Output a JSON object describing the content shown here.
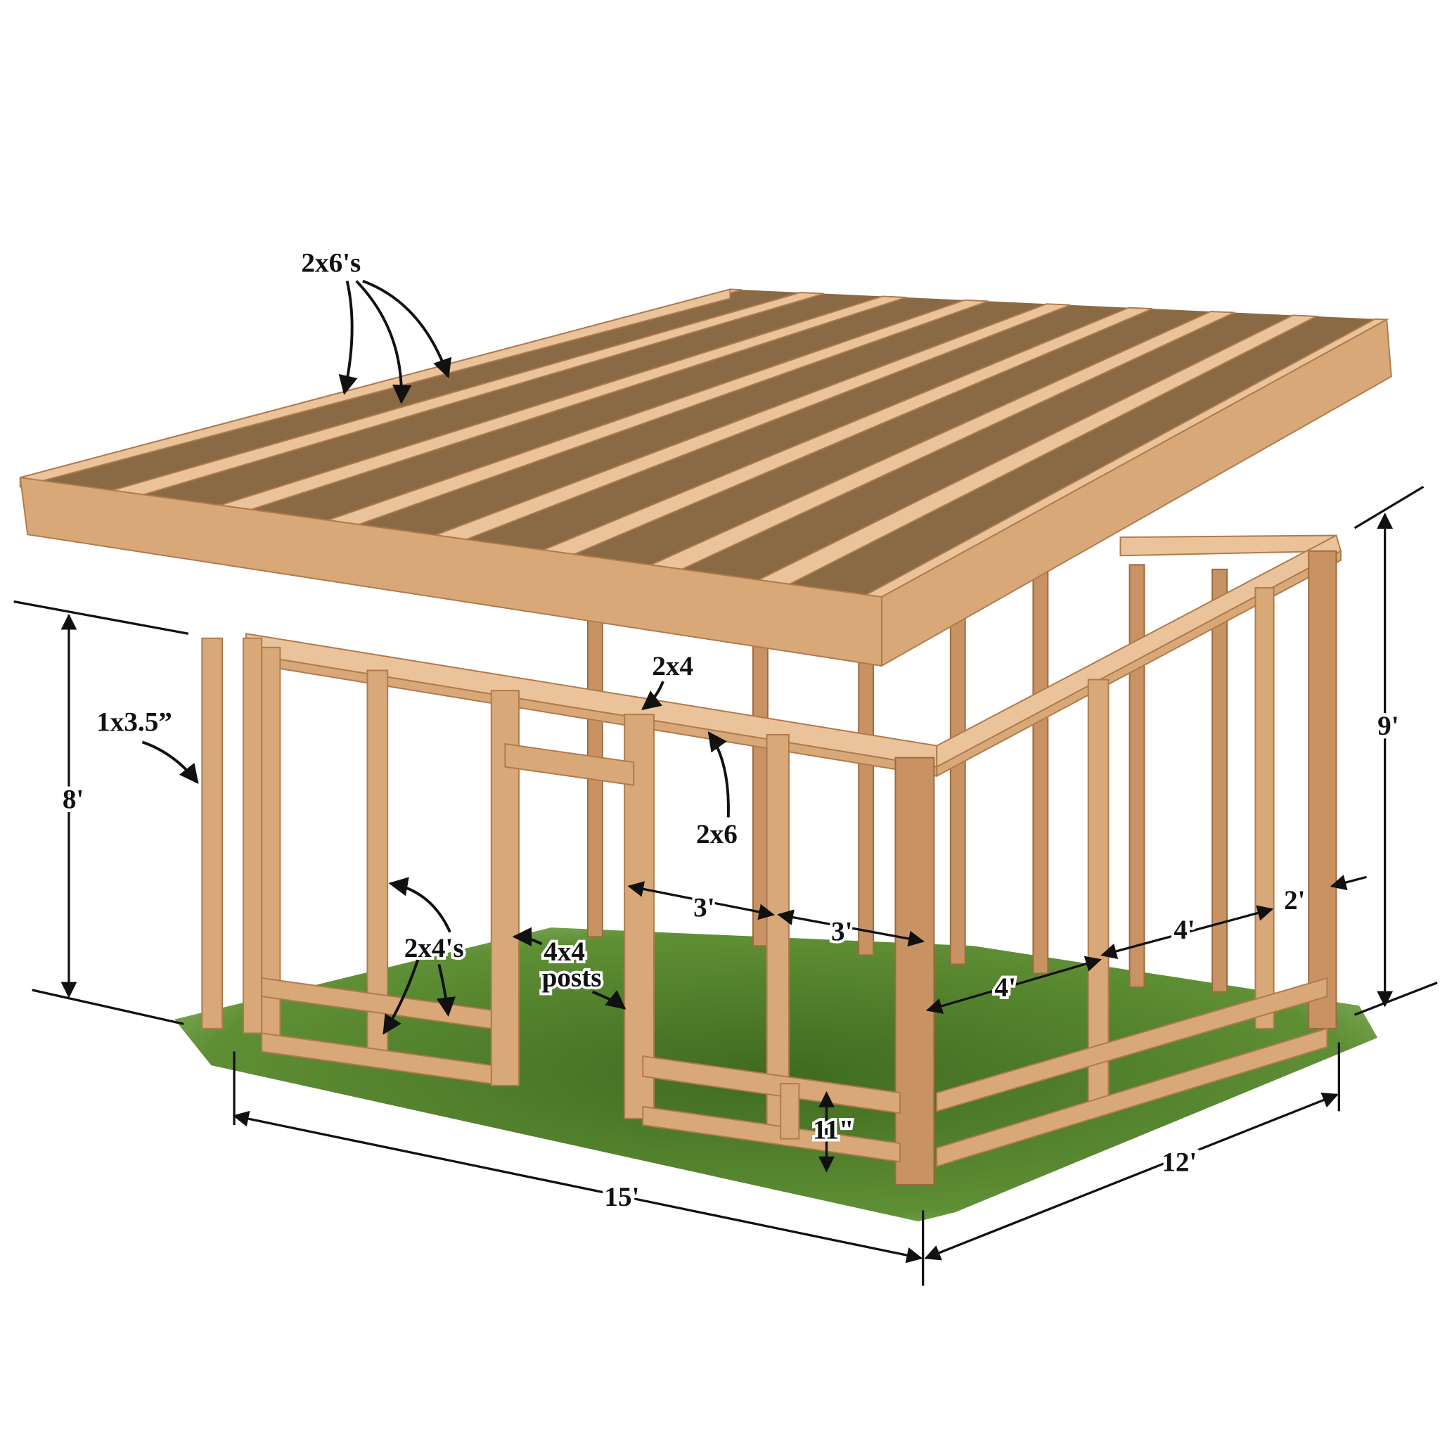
{
  "labels": {
    "roof_joists": "2x6's",
    "top_plate": "2x4",
    "header": "2x6",
    "trim": "1x3.5”",
    "wall_height": "8'",
    "total_height": "9'",
    "studs": "2x4's",
    "posts_line1": "4x4",
    "posts_line2": "posts",
    "door_left": "3'",
    "door_right": "3'",
    "side_span_a": "4'",
    "side_span_b": "4'",
    "side_end": "2'",
    "sill_height": "11\"",
    "length": "15'",
    "width": "12'"
  },
  "colors": {
    "wood": "#d9a878",
    "grass": "#4f7a2a",
    "ink": "#111111"
  }
}
